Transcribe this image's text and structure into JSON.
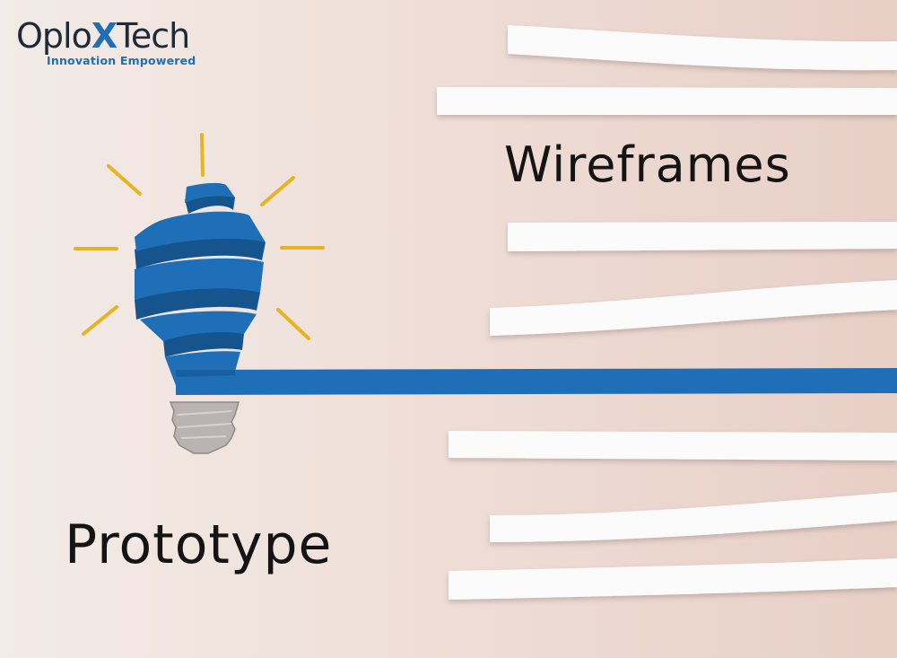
{
  "logo": {
    "brand_prefix": "Oplo",
    "brand_x": "X",
    "brand_suffix": "Tech",
    "tagline": "Innovation Empowered"
  },
  "labels": {
    "wireframes": "Wireframes",
    "prototype": "Prototype"
  },
  "colors": {
    "accent_blue": "#1e6fb8",
    "ray_yellow": "#e8b321",
    "strip_white": "#fbfbfb",
    "bulb_base": "#b9b4b1"
  },
  "icons": [
    "lightbulb-spiral-icon",
    "bulb-base-icon",
    "light-ray-icon"
  ]
}
